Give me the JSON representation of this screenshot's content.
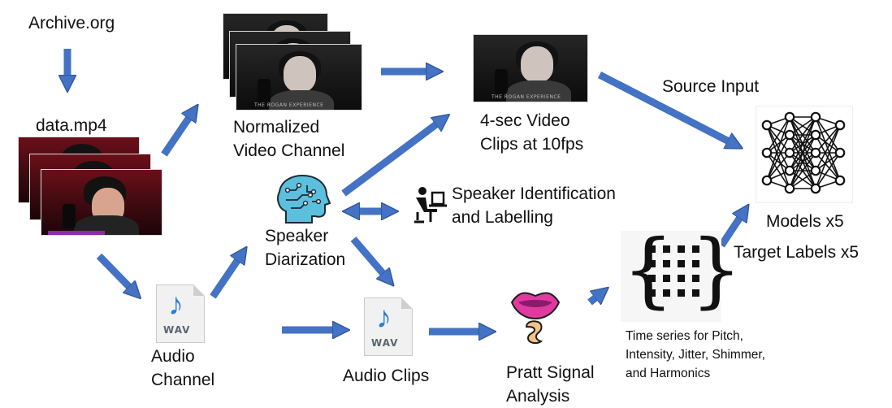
{
  "labels": {
    "archive": "Archive.org",
    "data_mp4": "data.mp4",
    "normalized_line1": "Normalized",
    "normalized_line2": "Video Channel",
    "clips_line1": "4-sec Video",
    "clips_line2": "Clips at 10fps",
    "source_input": "Source Input",
    "speaker_id_line1": "Speaker Identification",
    "speaker_id_line2": "and Labelling",
    "diarization_line1": "Speaker",
    "diarization_line2": "Diarization",
    "models": "Models x5",
    "target_labels": "Target Labels x5",
    "audio_channel_line1": "Audio",
    "audio_channel_line2": "Channel",
    "audio_clips": "Audio Clips",
    "pratt_line1": "Pratt Signal",
    "pratt_line2": "Analysis",
    "timeseries_line1": "Time series for Pitch,",
    "timeseries_line2": "Intensity, Jitter, Shimmer,",
    "timeseries_line3": "and Harmonics"
  },
  "icons": {
    "wav_tag": "WAV",
    "video_caption": "THE ROGAN EXPERIENCE"
  },
  "colors": {
    "arrow": "#4472C4",
    "arrow_stroke": "#2F5597",
    "brain": "#5BC0DE"
  }
}
